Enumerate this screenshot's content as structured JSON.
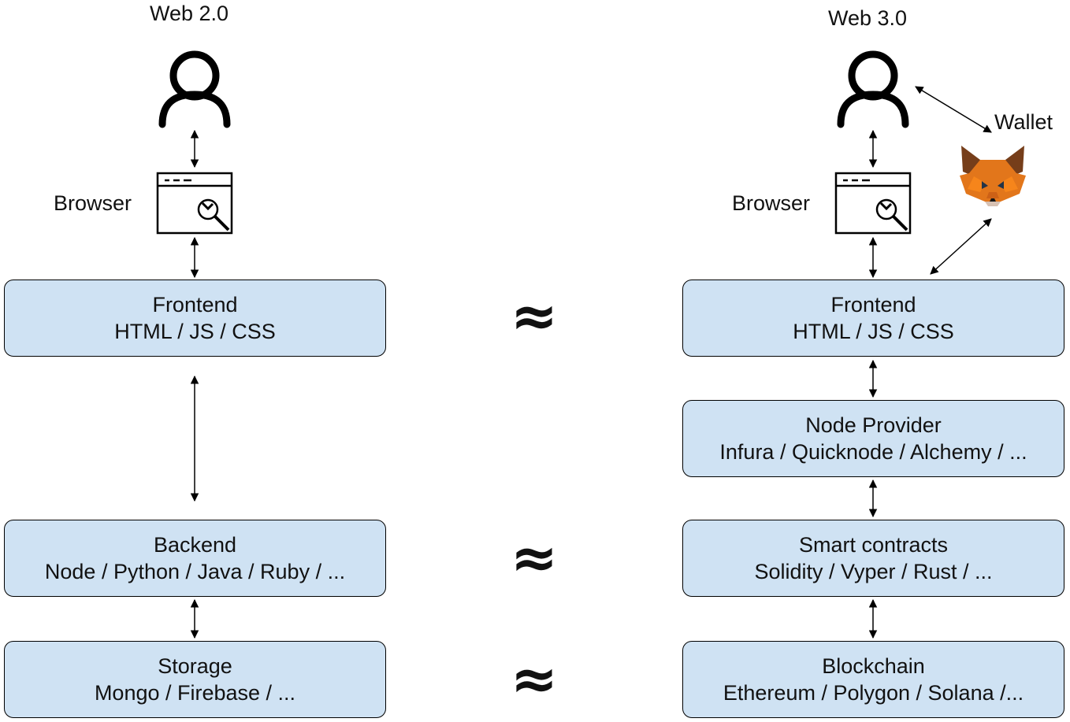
{
  "web2": {
    "title": "Web 2.0",
    "browser_label": "Browser",
    "frontend": {
      "title": "Frontend",
      "subtitle": "HTML / JS / CSS"
    },
    "backend": {
      "title": "Backend",
      "subtitle": "Node / Python / Java / Ruby / ..."
    },
    "storage": {
      "title": "Storage",
      "subtitle": "Mongo / Firebase / ..."
    }
  },
  "web3": {
    "title": "Web 3.0",
    "browser_label": "Browser",
    "wallet_label": "Wallet",
    "frontend": {
      "title": "Frontend",
      "subtitle": "HTML / JS / CSS"
    },
    "node_provider": {
      "title": "Node Provider",
      "subtitle": "Infura / Quicknode / Alchemy / ..."
    },
    "smart_contracts": {
      "title": "Smart contracts",
      "subtitle": "Solidity / Vyper / Rust / ..."
    },
    "blockchain": {
      "title": "Blockchain",
      "subtitle": "Ethereum / Polygon / Solana /..."
    }
  },
  "comparison_symbol": "≈",
  "colors": {
    "box_fill": "#cfe2f3",
    "fox_orange": "#e2761b",
    "fox_dark": "#763e1a",
    "stroke": "#000000"
  },
  "icons": [
    "user-icon",
    "browser-wrench-icon",
    "metamask-fox-icon",
    "double-arrow-icon"
  ]
}
